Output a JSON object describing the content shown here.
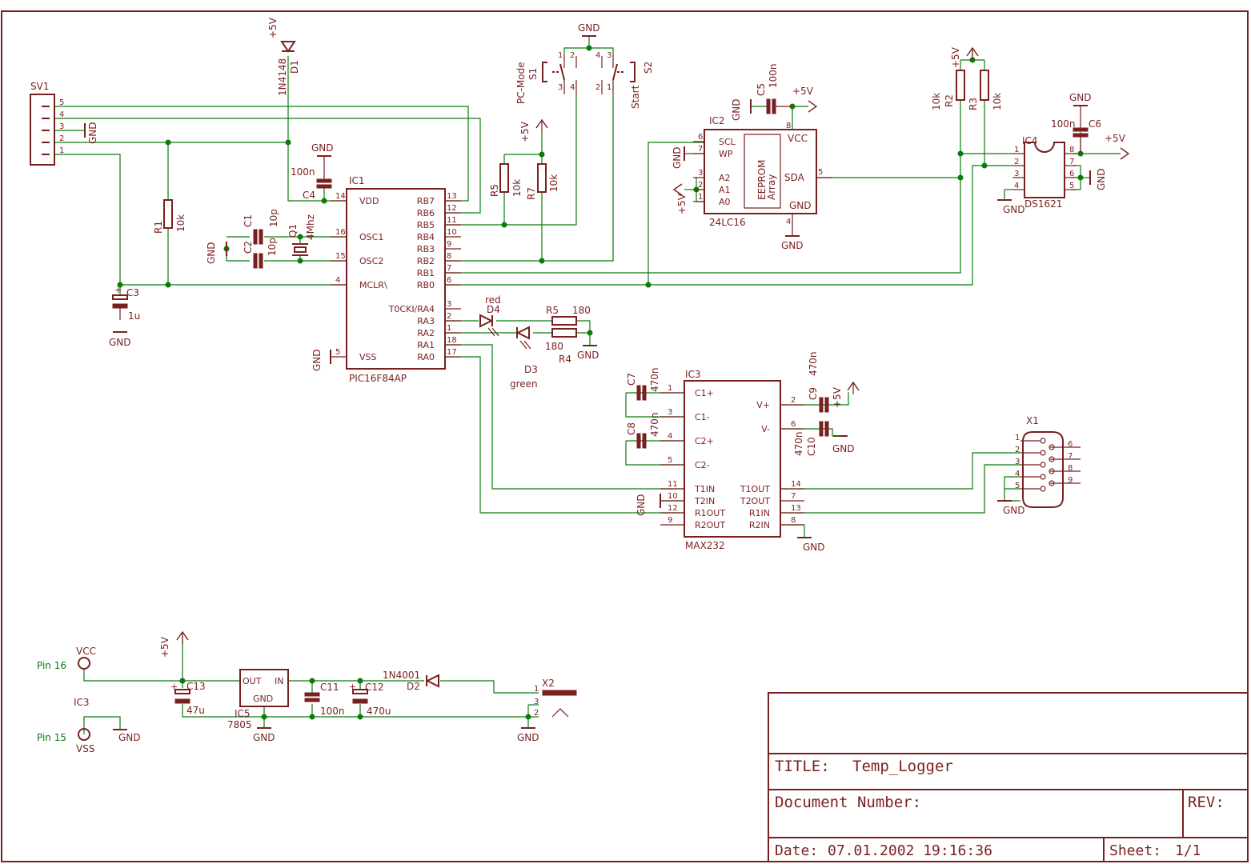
{
  "title_block": {
    "title_label": "TITLE:",
    "title_value": "Temp_Logger",
    "docnum_label": "Document Number:",
    "rev_label": "REV:",
    "date_label": "Date:",
    "date_value": "07.01.2002 19:16:36",
    "sheet_label": "Sheet:",
    "sheet_value": "1/1"
  },
  "labels": {
    "gnd": "GND",
    "p5v": "+5V",
    "sv1": "SV1",
    "d1": "D1",
    "d1_val": "1N4148",
    "r1": "R1",
    "r1_val": "10k",
    "c3": "C3",
    "c3_val": "1u",
    "c4": "C4",
    "c4_val": "100n",
    "c1": "C1",
    "c1_val": "10p",
    "c2": "C2",
    "c2_val": "10p",
    "q1": "Q1",
    "q1_val": "4Mhz",
    "ic1": "IC1",
    "ic1_val": "PIC16F84AP",
    "r5a": "R5",
    "r5a_val": "10k",
    "r7": "R7",
    "r7_val": "10k",
    "s1": "S1",
    "s1_val": "PC-Mode",
    "s2": "S2",
    "s2_val": "Start",
    "d4": "D4",
    "d4_val": "red",
    "d3": "D3",
    "d3_val": "green",
    "r5b": "R5",
    "r5b_val": "180",
    "r4": "R4",
    "r4_val": "180",
    "ic2": "IC2",
    "ic2_val": "24LC16",
    "c5": "C5",
    "c5_val": "100n",
    "eeprom": "EEPROM",
    "array": "Array",
    "r2": "R2",
    "r2_val": "10k",
    "r3": "R3",
    "r3_val": "10k",
    "ic4": "IC4",
    "ic4_val": "DS1621",
    "c6": "C6",
    "c6_val": "100n",
    "ic3": "IC3",
    "ic3_val": "MAX232",
    "c7": "C7",
    "c7_val": "470n",
    "c8": "C8",
    "c8_val": "470n",
    "c9": "C9",
    "c9_val": "470n",
    "c10": "C10",
    "c10_val": "470n",
    "x1": "X1",
    "c13": "C13",
    "c13_val": "47u",
    "ic5": "IC5",
    "ic5_val": "7805",
    "c11": "C11",
    "c11_val": "100n",
    "c12": "C12",
    "c12_val": "470u",
    "d2": "D2",
    "d2_val": "1N4001",
    "x2": "X2",
    "pin16": "Pin 16",
    "pin15": "Pin 15",
    "vcc": "VCC",
    "vss": "VSS",
    "ic3b": "IC3"
  },
  "ic1_pins_left": [
    {
      "num": "14",
      "name": "VDD"
    },
    {
      "num": "16",
      "name": "OSC1"
    },
    {
      "num": "15",
      "name": "OSC2"
    },
    {
      "num": "4",
      "name": "MCLR\\"
    },
    {
      "num": "5",
      "name": "VSS"
    }
  ],
  "ic1_pins_right": [
    {
      "num": "13",
      "name": "RB7"
    },
    {
      "num": "12",
      "name": "RB6"
    },
    {
      "num": "11",
      "name": "RB5"
    },
    {
      "num": "10",
      "name": "RB4"
    },
    {
      "num": "9",
      "name": "RB3"
    },
    {
      "num": "8",
      "name": "RB2"
    },
    {
      "num": "7",
      "name": "RB1"
    },
    {
      "num": "6",
      "name": "RB0"
    },
    {
      "num": "3",
      "name": "T0CKI/RA4"
    },
    {
      "num": "2",
      "name": "RA3"
    },
    {
      "num": "1",
      "name": "RA2"
    },
    {
      "num": "18",
      "name": "RA1"
    },
    {
      "num": "17",
      "name": "RA0"
    }
  ],
  "ic2_pins_left": [
    {
      "num": "6",
      "name": "SCL"
    },
    {
      "num": "7",
      "name": "WP"
    },
    {
      "num": "3",
      "name": "A2"
    },
    {
      "num": "2",
      "name": "A1"
    },
    {
      "num": "1",
      "name": "A0"
    }
  ],
  "ic2_pins_other": [
    {
      "num": "8",
      "name": "VCC"
    },
    {
      "num": "5",
      "name": "SDA"
    },
    {
      "num": "4",
      "name": "GND"
    }
  ],
  "ic3_pins_left": [
    {
      "num": "1",
      "name": "C1+"
    },
    {
      "num": "3",
      "name": "C1-"
    },
    {
      "num": "4",
      "name": "C2+"
    },
    {
      "num": "5",
      "name": "C2-"
    },
    {
      "num": "11",
      "name": "T1IN"
    },
    {
      "num": "10",
      "name": "T2IN"
    },
    {
      "num": "12",
      "name": "R1OUT"
    },
    {
      "num": "9",
      "name": "R2OUT"
    }
  ],
  "ic3_pins_right": [
    {
      "num": "2",
      "name": "V+"
    },
    {
      "num": "6",
      "name": "V-"
    },
    {
      "num": "14",
      "name": "T1OUT"
    },
    {
      "num": "7",
      "name": "T2OUT"
    },
    {
      "num": "13",
      "name": "R1IN"
    },
    {
      "num": "8",
      "name": "R2IN"
    }
  ],
  "ic4_pins_left": [
    "1",
    "2",
    "3",
    "4"
  ],
  "ic4_pins_right": [
    "8",
    "7",
    "6",
    "5"
  ],
  "sv1_pins": [
    "5",
    "4",
    "3",
    "2",
    "1"
  ],
  "x1_pins_left": [
    "1",
    "2",
    "3",
    "4",
    "5"
  ],
  "x1_pins_right": [
    "6",
    "7",
    "8",
    "9"
  ],
  "ic5_pins": {
    "out": "OUT",
    "in": "IN",
    "gnd": "GND"
  },
  "x2_pins": [
    "1",
    "3",
    "2"
  ],
  "s1_pins": [
    "1",
    "2",
    "3",
    "4"
  ],
  "s2_pins": [
    "4",
    "3",
    "2",
    "1"
  ],
  "colors": {
    "part": "#7a1f1f",
    "wire": "#0c7a0c",
    "background": "#ffffff"
  }
}
